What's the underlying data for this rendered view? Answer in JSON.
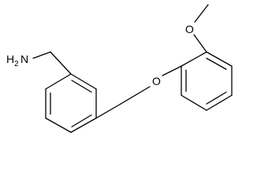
{
  "molecule": {
    "atoms": {
      "amine": {
        "main": "H",
        "sub": "2",
        "rest": "N"
      },
      "ether_oxygen": {
        "text": "O"
      },
      "methoxy_oxygen": {
        "text": "O"
      }
    }
  }
}
